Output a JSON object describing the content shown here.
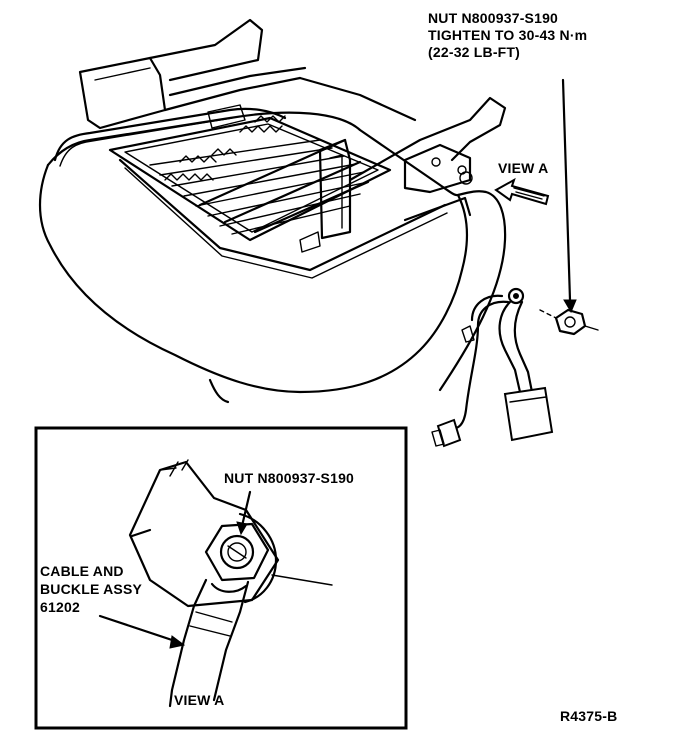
{
  "labels": {
    "nut_callout_line1": "NUT N800937-S190",
    "nut_callout_line2": "TIGHTEN TO 30-43 N·m",
    "nut_callout_line3": "(22-32 LB-FT)",
    "view_a_arrow": "VIEW A",
    "inset_nut": "NUT N800937-S190",
    "cable_line1": "CABLE AND",
    "cable_line2": "BUCKLE ASSY",
    "cable_line3": "61202",
    "inset_title": "VIEW A",
    "figure_code": "R4375-B"
  },
  "colors": {
    "ink": "#000000",
    "paper": "#ffffff"
  }
}
